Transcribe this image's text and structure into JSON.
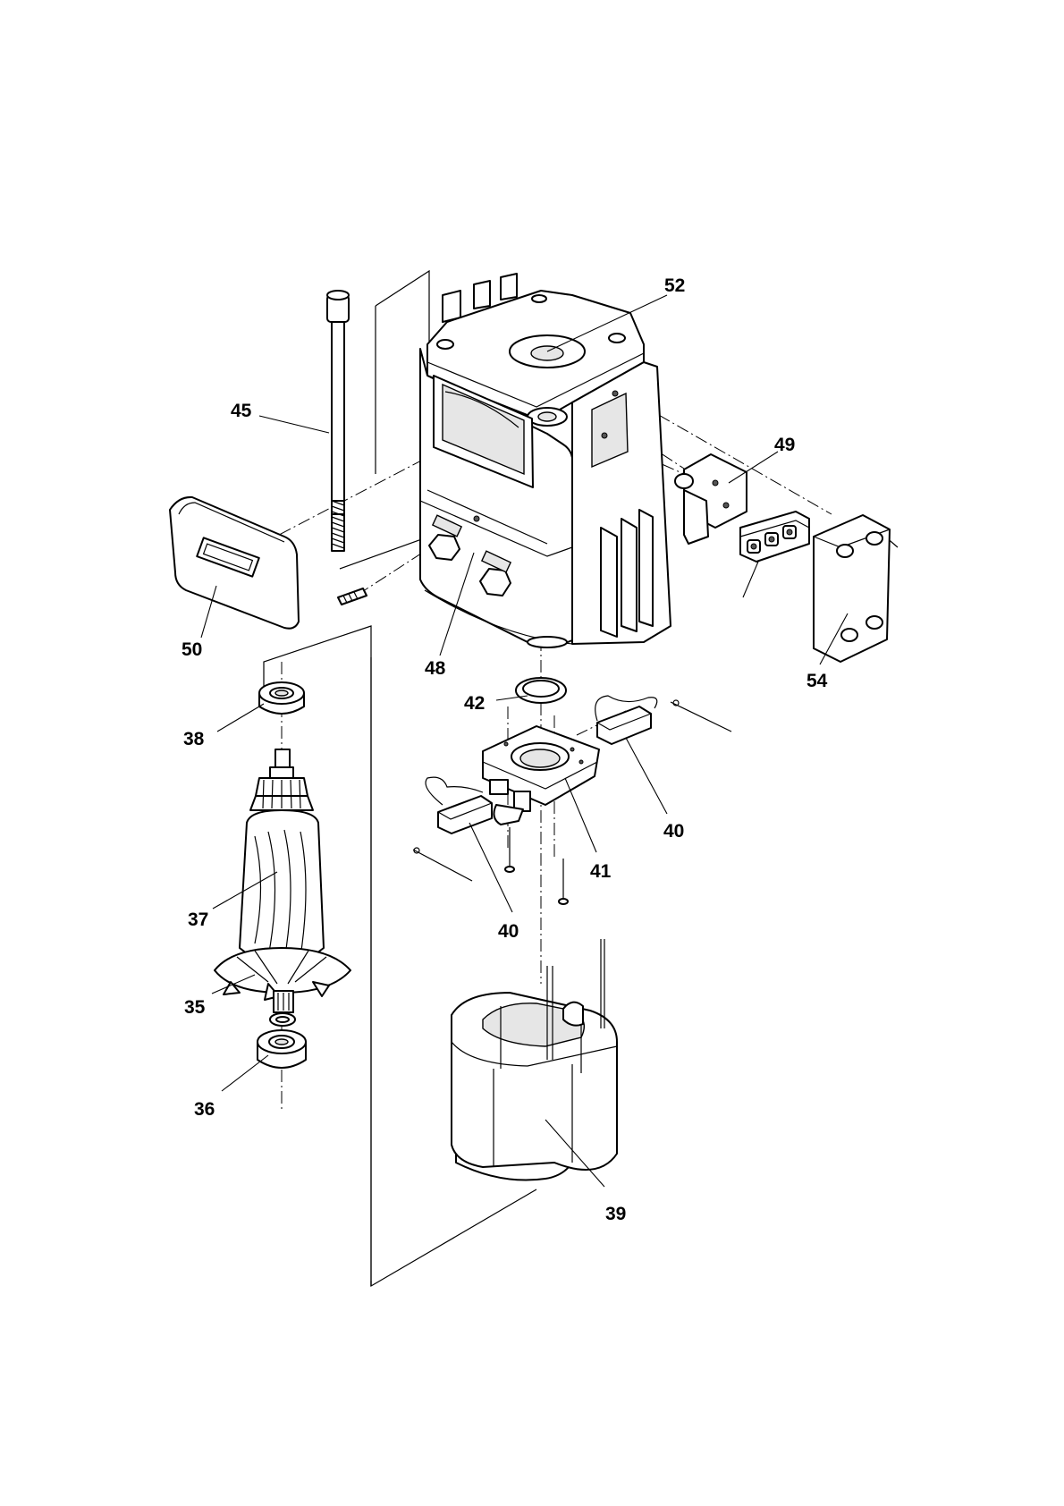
{
  "parts": [
    {
      "id": "p52",
      "number": "52"
    },
    {
      "id": "p45",
      "number": "45"
    },
    {
      "id": "p49",
      "number": "49"
    },
    {
      "id": "p50",
      "number": "50"
    },
    {
      "id": "p48",
      "number": "48"
    },
    {
      "id": "p54",
      "number": "54"
    },
    {
      "id": "p42",
      "number": "42"
    },
    {
      "id": "p38",
      "number": "38"
    },
    {
      "id": "p40a",
      "number": "40"
    },
    {
      "id": "p41",
      "number": "41"
    },
    {
      "id": "p37",
      "number": "37"
    },
    {
      "id": "p40b",
      "number": "40"
    },
    {
      "id": "p35",
      "number": "35"
    },
    {
      "id": "p36",
      "number": "36"
    },
    {
      "id": "p39",
      "number": "39"
    }
  ]
}
